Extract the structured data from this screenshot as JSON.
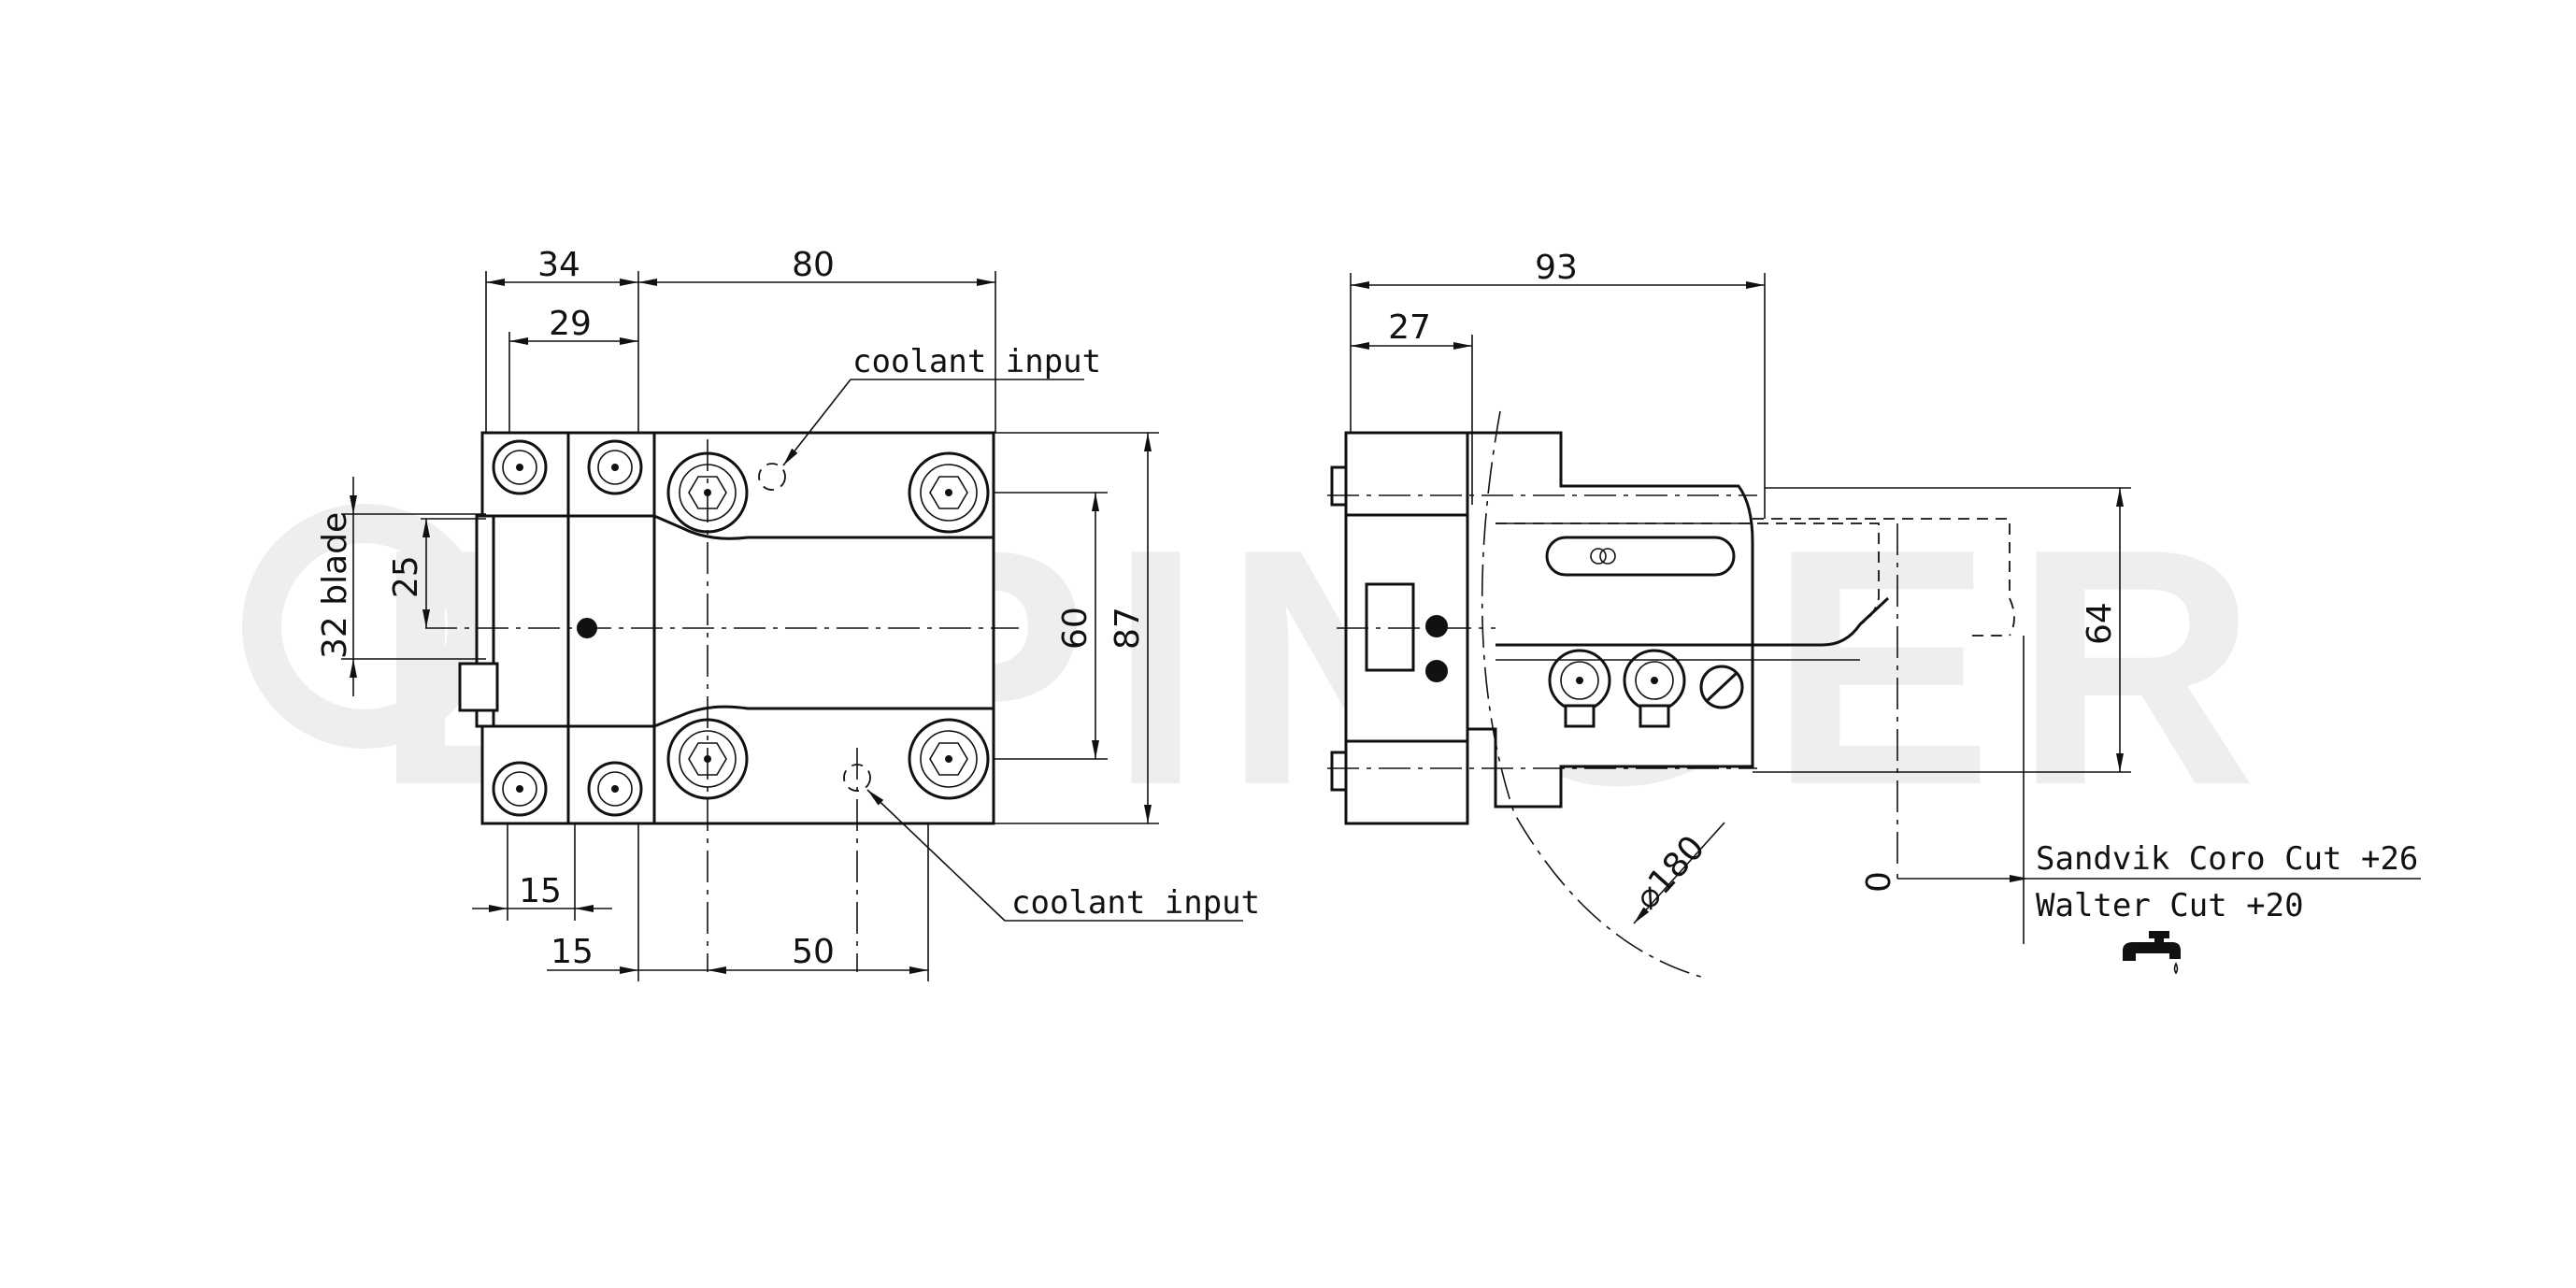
{
  "watermark": {
    "text": "EPPINGER"
  },
  "front_view": {
    "dimensions": {
      "width_34": "34",
      "width_29": "29",
      "width_80": "80",
      "height_25": "25",
      "height_32_blade": "32 blade",
      "height_60": "60",
      "height_87": "87",
      "offset_15_a": "15",
      "offset_15_b": "15",
      "offset_50": "50"
    },
    "callouts": {
      "coolant_top": "coolant input",
      "coolant_bottom": "coolant input"
    }
  },
  "side_view": {
    "dimensions": {
      "length_93": "93",
      "length_27": "27",
      "height_64": "64",
      "diameter": "⌀180",
      "zero": "0"
    },
    "notes": {
      "sandvik": "Sandvik Coro Cut +26",
      "walter": "Walter Cut +20"
    },
    "coolant_symbol": "coolant-tap-icon"
  }
}
